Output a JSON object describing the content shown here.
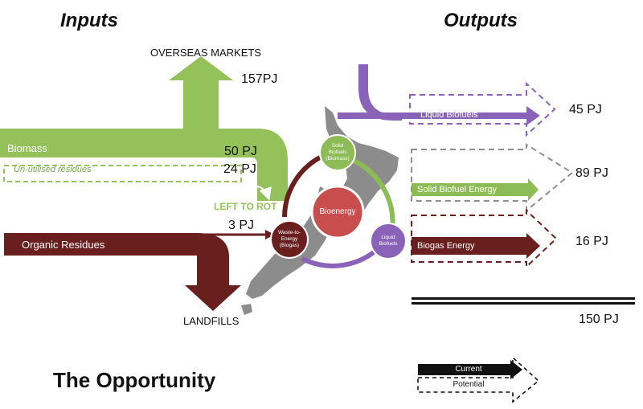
{
  "headings": {
    "inputs": "Inputs",
    "outputs": "Outputs"
  },
  "footer_title": "The Opportunity",
  "inputs": {
    "overseas_markets": {
      "label": "OVERSEAS MARKETS",
      "value": "157PJ"
    },
    "biomass": {
      "label": "Biomass",
      "value": "50 PJ"
    },
    "unutilised_residues": {
      "label": "Un-utilised residues",
      "value": "24 PJ"
    },
    "left_to_rot": "LEFT TO ROT",
    "organic_residues": {
      "label": "Organic Residues",
      "value": "3 PJ"
    },
    "landfills": "LANDFILLS"
  },
  "cycle": {
    "center": "Bioenergy",
    "nodes": {
      "solid": [
        "Solid",
        "Biofuels",
        "(Biomass)"
      ],
      "waste": [
        "Waste-to-",
        "Energy",
        "(Biogas)"
      ],
      "liquid": [
        "Liquid",
        "Biofuels"
      ]
    }
  },
  "outputs": {
    "liquid_biofuels": {
      "label": "Liquid Biofuels",
      "value": "45 PJ"
    },
    "solid_biofuel_energy": {
      "label": "Solid Biofuel Energy",
      "value": "89 PJ"
    },
    "biogas_energy": {
      "label": "Biogas Energy",
      "value": "16 PJ"
    }
  },
  "scale": {
    "value": "150 PJ"
  },
  "legend": {
    "current": "Current",
    "potential": "Potential"
  },
  "colors": {
    "biomass_green": "#95c15b",
    "organic_maroon": "#6a1f1f",
    "liquid_purple": "#8a63b8",
    "solid_green": "#8dbb55",
    "bioenergy_red": "#c84d4d",
    "map_gray": "#8c8c8c",
    "potential_gray": "#8e8e8e"
  }
}
